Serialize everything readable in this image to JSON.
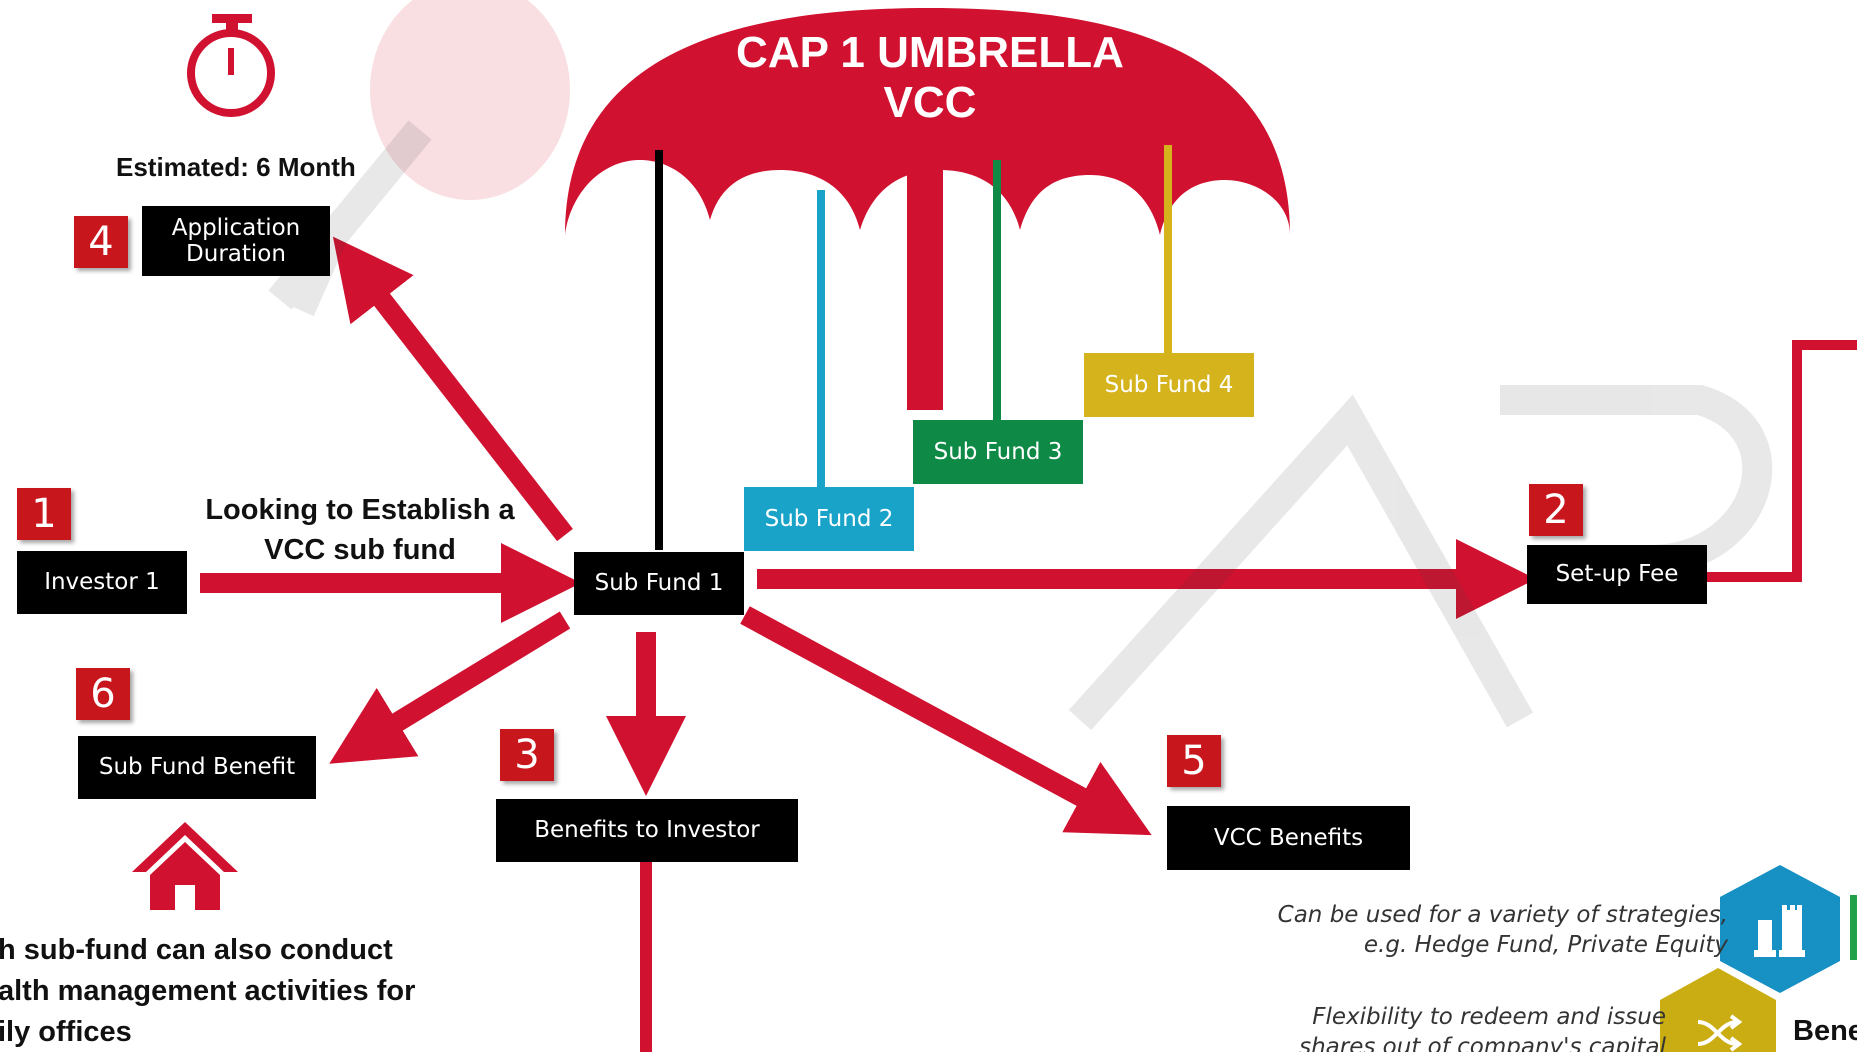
{
  "title": "CAP 1 UMBRELLA VCC",
  "estimated": "Estimated: 6 Month",
  "steps": {
    "n1": "1",
    "n2": "2",
    "n3": "3",
    "n4": "4",
    "n5": "5",
    "n6": "6"
  },
  "boxes": {
    "investor": "Investor 1",
    "sub_fund_1": "Sub Fund 1",
    "sub_fund_2": "Sub Fund 2",
    "sub_fund_3": "Sub Fund 3",
    "sub_fund_4": "Sub Fund 4",
    "setup_fee": "Set-up Fee",
    "application_duration": "Application Duration",
    "sub_fund_benefit": "Sub Fund Benefit",
    "benefits_to_investor": "Benefits to Investor",
    "vcc_benefits": "VCC Benefits"
  },
  "labels": {
    "looking": "Looking to Establish a VCC sub fund",
    "wealth_line1": "h sub-fund can also conduct",
    "wealth_line2": "alth management activities for",
    "wealth_line3": "ily offices",
    "strategies_line1": "Can be used for a variety of strategies,",
    "strategies_line2": "e.g. Hedge Fund, Private Equity",
    "flex_line1": "Flexibility to redeem and issue",
    "flex_line2": "shares out of company's capital",
    "bene_cut": "Bene"
  },
  "colors": {
    "red": "#c8161d",
    "umbrella": "#d0112f",
    "blue": "#1aa3c9",
    "green": "#0e8a46",
    "gold": "#d4b31c",
    "hex_blue": "#1790c4",
    "hex_gold": "#c9ad12",
    "hex_green": "#23a04a"
  },
  "icons": [
    "stopwatch-icon",
    "house-icon",
    "chess-icon",
    "shuffle-icon"
  ],
  "watermark": "FIN CAP"
}
